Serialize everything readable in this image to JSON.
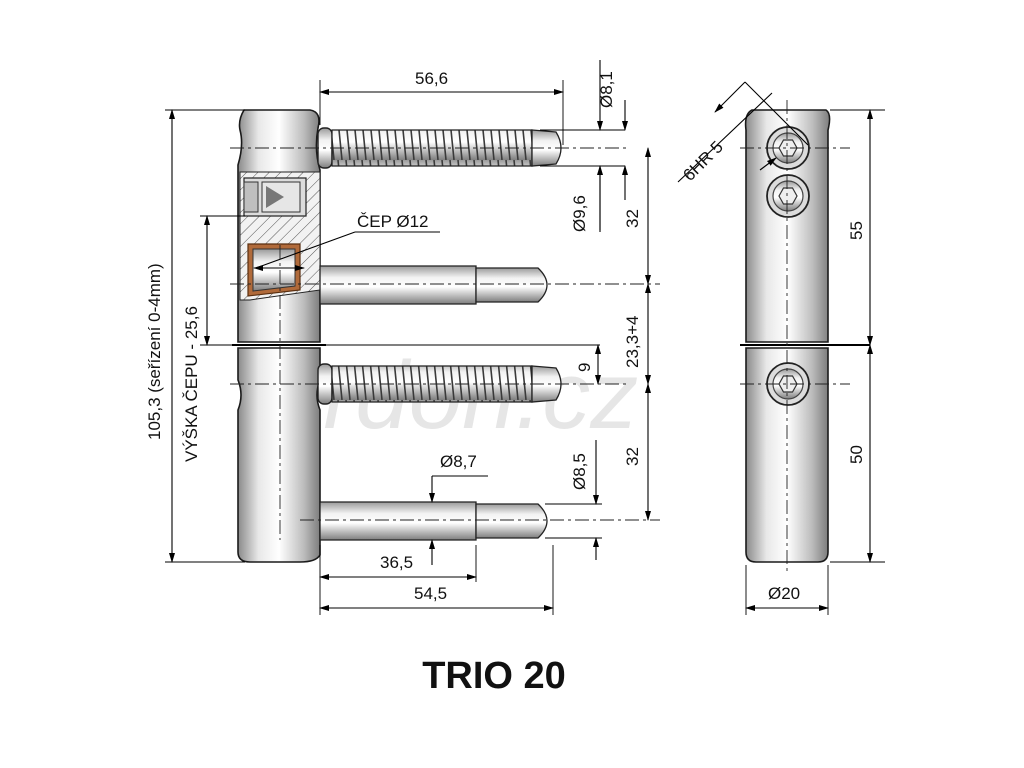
{
  "title": "TRIO 20",
  "watermark": "ardon.cz",
  "labels": {
    "screw_length": "56,6",
    "screw_tip_dia": "Ø8,1",
    "screw_dia": "Ø9,6",
    "hex_key": "6HR 5",
    "pin_label": "ČEP Ø12",
    "spacing_top": "32",
    "spacing_mid": "23,3+4",
    "screw_offset": "9",
    "spacing_bottom": "32",
    "pin_dia_1": "Ø8,7",
    "pin_dia_2": "Ø8,5",
    "pin_len_short": "36,5",
    "pin_len_long": "54,5",
    "total_height": "105,3 (seřízení 0-4mm)",
    "pin_height": "VÝŠKA ČEPU - 25,6",
    "upper_height": "55",
    "lower_height": "50",
    "body_dia": "Ø20"
  },
  "colors": {
    "metal_light": "#f4f4f4",
    "metal_mid": "#c8c8c8",
    "metal_dark": "#7a7a7a",
    "bronze_bushing": "#b06a3a"
  }
}
